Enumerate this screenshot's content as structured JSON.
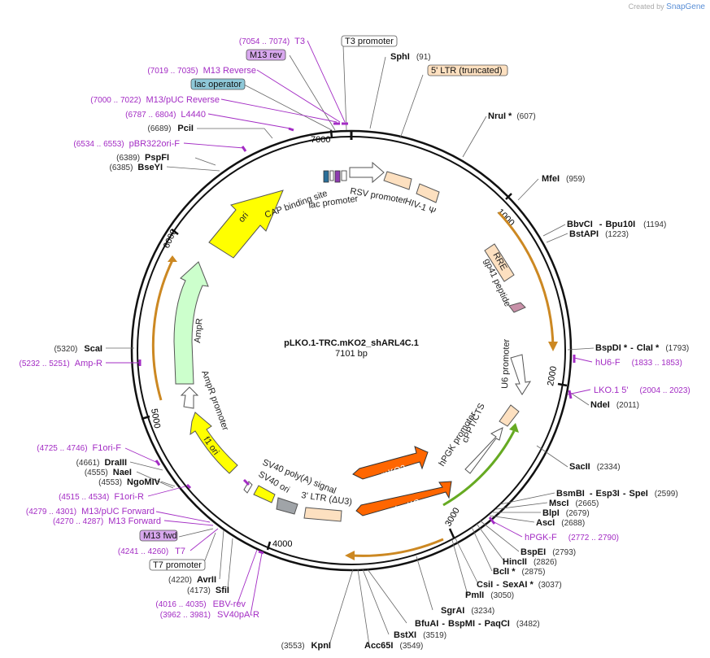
{
  "credit": {
    "prefix": "Created by",
    "brand": "SnapGene"
  },
  "plasmid": {
    "name": "pLKO.1-TRC.mKO2_shARL4C.1",
    "length": "7101 bp"
  },
  "ticks": [
    "1000",
    "2000",
    "3000",
    "4000",
    "5000",
    "6000",
    "7000"
  ],
  "sites": [
    {
      "name": "SphI",
      "pos": "(91)"
    },
    {
      "name": "NruI *",
      "pos": "(607)"
    },
    {
      "name": "MfeI",
      "pos": "(959)"
    },
    {
      "name": "BbvCI",
      "name2": "Bpu10I",
      "pos": "(1194)"
    },
    {
      "name": "BstAPI",
      "pos": "(1223)"
    },
    {
      "name": "BspDI *",
      "name2": "ClaI *",
      "pos": "(1793)"
    },
    {
      "name": "NdeI",
      "pos": "(2011)"
    },
    {
      "name": "SacII",
      "pos": "(2334)"
    },
    {
      "name": "BsmBI",
      "name2": "Esp3I",
      "name3": "SpeI",
      "pos": "(2599)"
    },
    {
      "name": "MscI",
      "pos": "(2665)"
    },
    {
      "name": "BlpI",
      "pos": "(2679)"
    },
    {
      "name": "AscI",
      "pos": "(2688)"
    },
    {
      "name": "BspEI",
      "pos": "(2793)"
    },
    {
      "name": "HincII",
      "pos": "(2826)"
    },
    {
      "name": "BclI *",
      "pos": "(2875)"
    },
    {
      "name": "CsiI",
      "name2": "SexAI *",
      "pos": "(3037)"
    },
    {
      "name": "PmlI",
      "pos": "(3050)"
    },
    {
      "name": "SgrAI",
      "pos": "(3234)"
    },
    {
      "name": "BfuAI",
      "name2": "BspMI",
      "name3": "PaqCI",
      "pos": "(3482)"
    },
    {
      "name": "BstXI",
      "pos": "(3519)"
    },
    {
      "name": "Acc65I",
      "pos": "(3549)"
    },
    {
      "name": "KpnI",
      "pos": "(3553)"
    },
    {
      "name": "SfiI",
      "pos": "(4173)"
    },
    {
      "name": "AvrII",
      "pos": "(4220)"
    },
    {
      "name": "NgoMIV",
      "pos": "(4553)"
    },
    {
      "name": "NaeI",
      "pos": "(4555)"
    },
    {
      "name": "DraIII",
      "pos": "(4661)"
    },
    {
      "name": "ScaI",
      "pos": "(5320)"
    },
    {
      "name": "BseYI",
      "pos": "(6385)"
    },
    {
      "name": "PspFI",
      "pos": "(6389)"
    },
    {
      "name": "PciI",
      "pos": "(6689)"
    }
  ],
  "primers": [
    {
      "name": "hU6-F",
      "range": "(1833 .. 1853)"
    },
    {
      "name": "LKO.1 5'",
      "range": "(2004 .. 2023)"
    },
    {
      "name": "hPGK-F",
      "range": "(2772 .. 2790)"
    },
    {
      "name": "SV40pA-R",
      "range": "(3962 .. 3981)"
    },
    {
      "name": "EBV-rev",
      "range": "(4016 .. 4035)"
    },
    {
      "name": "T7",
      "range": "(4241 .. 4260)"
    },
    {
      "name": "M13 Forward",
      "range": "(4270 .. 4287)"
    },
    {
      "name": "M13/pUC Forward",
      "range": "(4279 .. 4301)"
    },
    {
      "name": "F1ori-R",
      "range": "(4515 .. 4534)"
    },
    {
      "name": "F1ori-F",
      "range": "(4725 .. 4746)"
    },
    {
      "name": "Amp-R",
      "range": "(5232 .. 5251)"
    },
    {
      "name": "pBR322ori-F",
      "range": "(6534 .. 6553)"
    },
    {
      "name": "L4440",
      "range": "(6787 .. 6804)"
    },
    {
      "name": "M13/pUC Reverse",
      "range": "(7000 .. 7022)"
    },
    {
      "name": "M13 Reverse",
      "range": "(7019 .. 7035)"
    },
    {
      "name": "T3",
      "range": "(7054 .. 7074)"
    }
  ],
  "boxed_features": {
    "t3_promoter": "T3 promoter",
    "ltr5": "5' LTR (truncated)",
    "m13_rev": "M13 rev",
    "lac_operator": "lac operator",
    "m13_fwd": "M13 fwd",
    "t7_promoter": "T7 promoter"
  },
  "features": {
    "cap": "CAP binding site",
    "lac_promoter": "lac promoter",
    "rsv": "RSV promoter",
    "hiv": "HIV-1 Ψ",
    "rre": "RRE",
    "gp41": "gp41 peptide",
    "u6": "U6 promoter",
    "cppt": "cPPT/CTS",
    "hpgk": "hPGK promoter",
    "mko2": "mKO2",
    "hmko": "hmKO",
    "ltr3": "3' LTR (ΔU3)",
    "sv40polya": "SV40 poly(A) signal",
    "sv40ori": "SV40 ori",
    "f1ori": "f1 ori",
    "ampr_promoter": "AmpR promoter",
    "ampr": "AmpR",
    "ori": "ori"
  },
  "colors": {
    "backbone": "#111111",
    "primer": "#a32cc4",
    "orf_orange": "#ff6600",
    "ori_yellow": "#ffff00",
    "ampr_green": "#ccffcc",
    "ltr": "#fde0c0",
    "sv40_gray": "#a0a4a8",
    "cppt_green": "#66aa22",
    "arc_gold": "#cc8822",
    "lac_op_blue": "#8ec8d8",
    "m13_purple": "#d8a8ee"
  }
}
